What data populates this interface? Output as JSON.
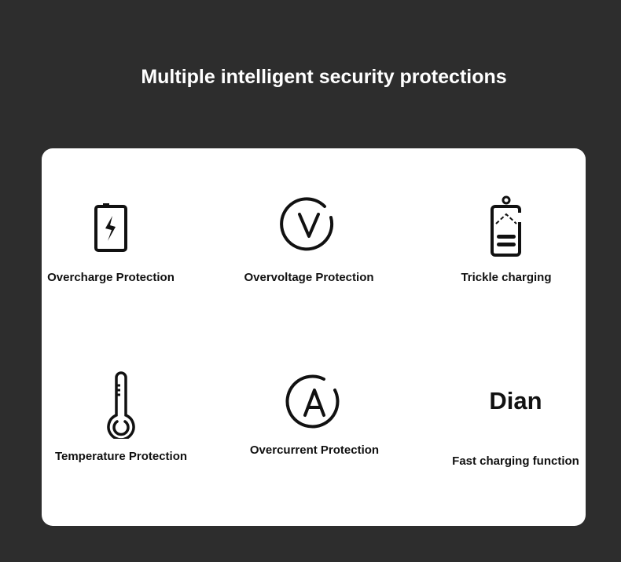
{
  "title": "Multiple intelligent security protections",
  "features": [
    {
      "label": "Overcharge Protection",
      "icon": "battery-bolt-icon"
    },
    {
      "label": "Overvoltage Protection",
      "icon": "voltage-circle-icon"
    },
    {
      "label": "Trickle charging",
      "icon": "battery-tag-icon"
    },
    {
      "label": "Temperature Protection",
      "icon": "thermometer-icon"
    },
    {
      "label": "Overcurrent Protection",
      "icon": "ampere-circle-icon"
    },
    {
      "label": "Fast charging function",
      "icon": "dian-logo",
      "logo_text": "Dian"
    }
  ]
}
